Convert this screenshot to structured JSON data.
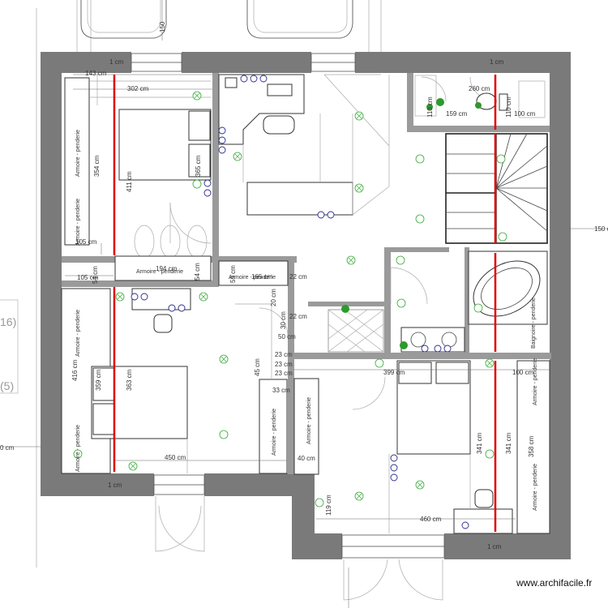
{
  "watermark": "www.archifacile.fr",
  "edge_labels": {
    "left_a": "16)",
    "left_b": "(5)",
    "left_c": "0 cm",
    "right_a": "150 c",
    "top_a": "150"
  },
  "dims": {
    "top_1cm_left": "1 cm",
    "top_1cm_right": "1 cm",
    "bot_1cm_left": "1 cm",
    "bot_1cm_right": "1 cm",
    "d143": "143 cm",
    "d302": "302 cm",
    "d354": "354 cm",
    "d411": "411 cm",
    "d365": "365 cm",
    "d105a": "105 cm",
    "d105b": "105 cm",
    "d194": "194 cm",
    "d54a": "54 cm",
    "d165": "165 cm",
    "d59": "59 cm",
    "d54b": "54 cm",
    "d22a": "22 cm",
    "d22b": "22 cm",
    "d20": "20 cm",
    "d30": "30 cm",
    "d50": "50 cm",
    "d23a": "23 cm",
    "d23b": "23 cm",
    "d23c": "23 cm",
    "d45": "45 cm",
    "d33": "33 cm",
    "d40": "40 cm",
    "d416": "416 cm",
    "d359": "359 cm",
    "d363": "363 cm",
    "d450": "450 cm",
    "d399": "399 cm",
    "d100a": "100 cm",
    "d100b": "100 cm",
    "d341a": "341 cm",
    "d341b": "341 cm",
    "d358": "358 cm",
    "d460": "460 cm",
    "d119": "119 cm",
    "d260": "260 cm",
    "d159": "159 cm",
    "d110a": "110 cm",
    "d110b": "110 cm"
  },
  "furniture_labels": {
    "wardrobe_left_top": "Armoire - penderie",
    "wardrobe_left_top2": "Armoire - penderie",
    "wardrobe_mid_left": "Armoire - penderie",
    "wardrobe_mid_center": "Armoire - penderie",
    "wardrobe_lower_left": "Armoire - penderie",
    "wardrobe_lower_left2": "Armoire - penderie",
    "wardrobe_vert_center": "Armoire - penderie",
    "wardrobe_vert_center2": "Armoire - penderie",
    "wardrobe_right_a": "Armoire - penderie",
    "wardrobe_right_b": "Armoire - penderie",
    "bath_text": "Baignoire - penderie"
  }
}
